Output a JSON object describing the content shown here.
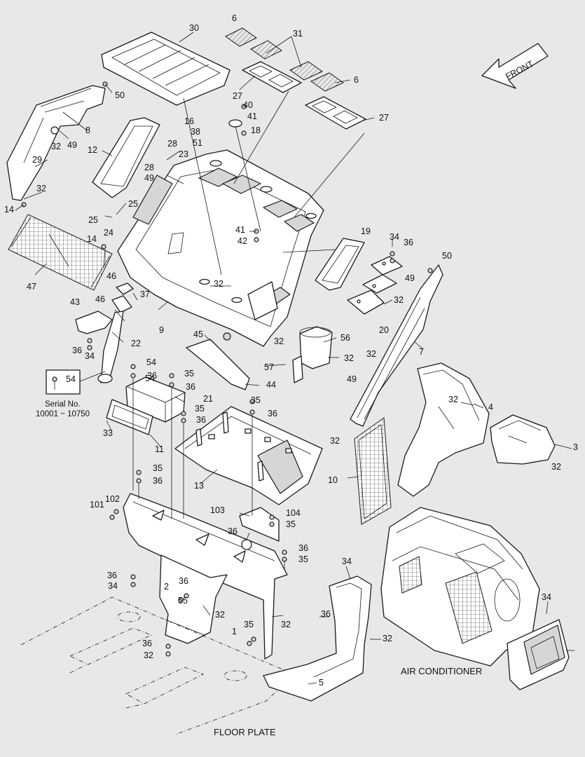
{
  "diagram": {
    "captions": {
      "front": "FRONT",
      "air_conditioner": "AIR CONDITIONER",
      "floor_plate": "FLOOR PLATE",
      "serial_label": "Serial No.",
      "serial_range": "10001 ~ 10750",
      "serial_part": "54"
    },
    "callouts": [
      "30",
      "6",
      "31",
      "6",
      "27",
      "27",
      "50",
      "40",
      "41",
      "16",
      "38",
      "18",
      "51",
      "8",
      "32",
      "49",
      "12",
      "28",
      "23",
      "28",
      "29",
      "49",
      "32",
      "14",
      "25",
      "25",
      "24",
      "19",
      "34",
      "36",
      "41",
      "42",
      "50",
      "14",
      "46",
      "49",
      "47",
      "37",
      "32",
      "32",
      "46",
      "43",
      "9",
      "45",
      "32",
      "56",
      "20",
      "7",
      "36",
      "34",
      "22",
      "32",
      "57",
      "54",
      "36",
      "35",
      "36",
      "54",
      "44",
      "32",
      "49",
      "21",
      "35",
      "36",
      "32",
      "4",
      "35",
      "36",
      "33",
      "11",
      "3",
      "32",
      "32",
      "13",
      "10",
      "35",
      "36",
      "101",
      "102",
      "103",
      "104",
      "35",
      "36",
      "36",
      "35",
      "34",
      "36",
      "2",
      "36",
      "34",
      "55",
      "32",
      "36",
      "35",
      "1",
      "32",
      "32",
      "34",
      "36",
      "32",
      "5"
    ]
  }
}
